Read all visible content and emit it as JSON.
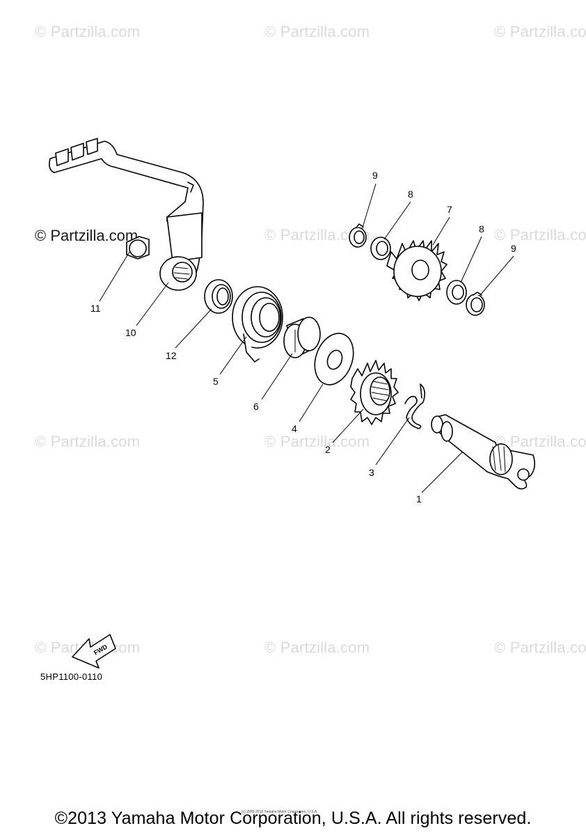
{
  "watermarks": {
    "text": "© Partzilla.com",
    "emphasized": "© Partzilla.com"
  },
  "callouts": {
    "c1": "1",
    "c2": "2",
    "c3": "3",
    "c4": "4",
    "c5": "5",
    "c6": "6",
    "c7": "7",
    "c8a": "8",
    "c8b": "8",
    "c9a": "9",
    "c9b": "9",
    "c10": "10",
    "c11": "11",
    "c12": "12"
  },
  "fwd_label": "FWD",
  "diagram_code": "5HP1100-0110",
  "tiny_copyright": "(c) 2005-2016 Yamaha Motor Corporation, U.S.A.",
  "copyright": "©2013 Yamaha Motor Corporation, U.S.A. All rights reserved."
}
